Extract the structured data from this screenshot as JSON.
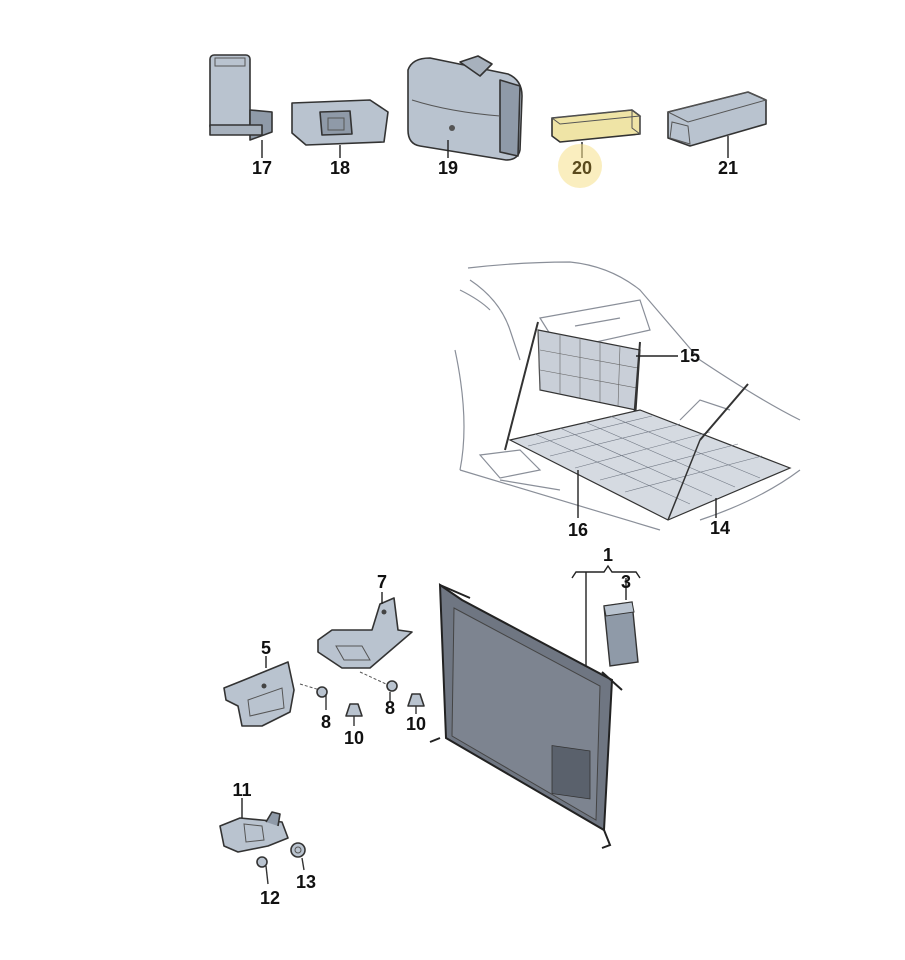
{
  "diagram": {
    "labels": {
      "p1": "1",
      "p3": "3",
      "p5": "5",
      "p7": "7",
      "p8a": "8",
      "p8b": "8",
      "p10a": "10",
      "p10b": "10",
      "p11": "11",
      "p12": "12",
      "p13": "13",
      "p14": "14",
      "p15": "15",
      "p16": "16",
      "p17": "17",
      "p18": "18",
      "p19": "19",
      "p20": "20",
      "p21": "21"
    },
    "highlighted_part": "20",
    "colors": {
      "part_fill": "#b9c3cf",
      "part_fill_dark": "#8f9aa8",
      "highlight_fill": "#efe4a6",
      "highlight_circle": "#f5e08a",
      "net_fill": "#6f7682"
    }
  }
}
